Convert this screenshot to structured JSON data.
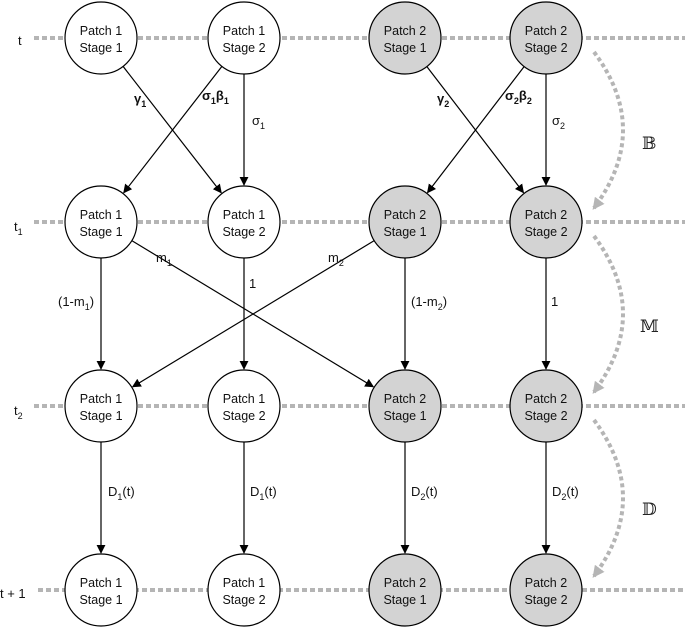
{
  "time_labels": [
    {
      "main": "t",
      "sub": ""
    },
    {
      "main": "t",
      "sub": "1"
    },
    {
      "main": "t",
      "sub": "2"
    },
    {
      "main": "t + 1",
      "sub": ""
    }
  ],
  "columns": [
    {
      "line1": "Patch 1",
      "line2": "Stage 1",
      "shaded": false
    },
    {
      "line1": "Patch 1",
      "line2": "Stage 2",
      "shaded": false
    },
    {
      "line1": "Patch 2",
      "line2": "Stage 1",
      "shaded": true
    },
    {
      "line1": "Patch 2",
      "line2": "Stage 2",
      "shaded": true
    }
  ],
  "edge_labels": {
    "gamma1": {
      "main": "γ",
      "sub": "1"
    },
    "sigma1beta1": {
      "main1": "σ",
      "sub1": "1",
      "main2": "β",
      "sub2": "1"
    },
    "sigma1": {
      "main": "σ",
      "sub": "1"
    },
    "gamma2": {
      "main": "γ",
      "sub": "2"
    },
    "sigma2beta2": {
      "main1": "σ",
      "sub1": "2",
      "main2": "β",
      "sub2": "2"
    },
    "sigma2": {
      "main": "σ",
      "sub": "2"
    },
    "m1": {
      "main": "m",
      "sub": "1"
    },
    "m2": {
      "main": "m",
      "sub": "2"
    },
    "stay1": {
      "pre": "(1-m",
      "sub": "1",
      "post": ")"
    },
    "one_a": "1",
    "stay2": {
      "pre": "(1-m",
      "sub": "2",
      "post": ")"
    },
    "one_b": "1",
    "d1a": {
      "pre": "D",
      "sub": "1",
      "post": "(t)"
    },
    "d1b": {
      "pre": "D",
      "sub": "1",
      "post": "(t)"
    },
    "d2a": {
      "pre": "D",
      "sub": "2",
      "post": "(t)"
    },
    "d2b": {
      "pre": "D",
      "sub": "2",
      "post": "(t)"
    }
  },
  "process_labels": [
    "𝔹",
    "𝕄",
    "𝔻"
  ],
  "colors": {
    "shaded_fill": "#d3d3d3",
    "open_fill": "#ffffff",
    "stroke": "#000000",
    "dashed": "#b5b5b5"
  }
}
